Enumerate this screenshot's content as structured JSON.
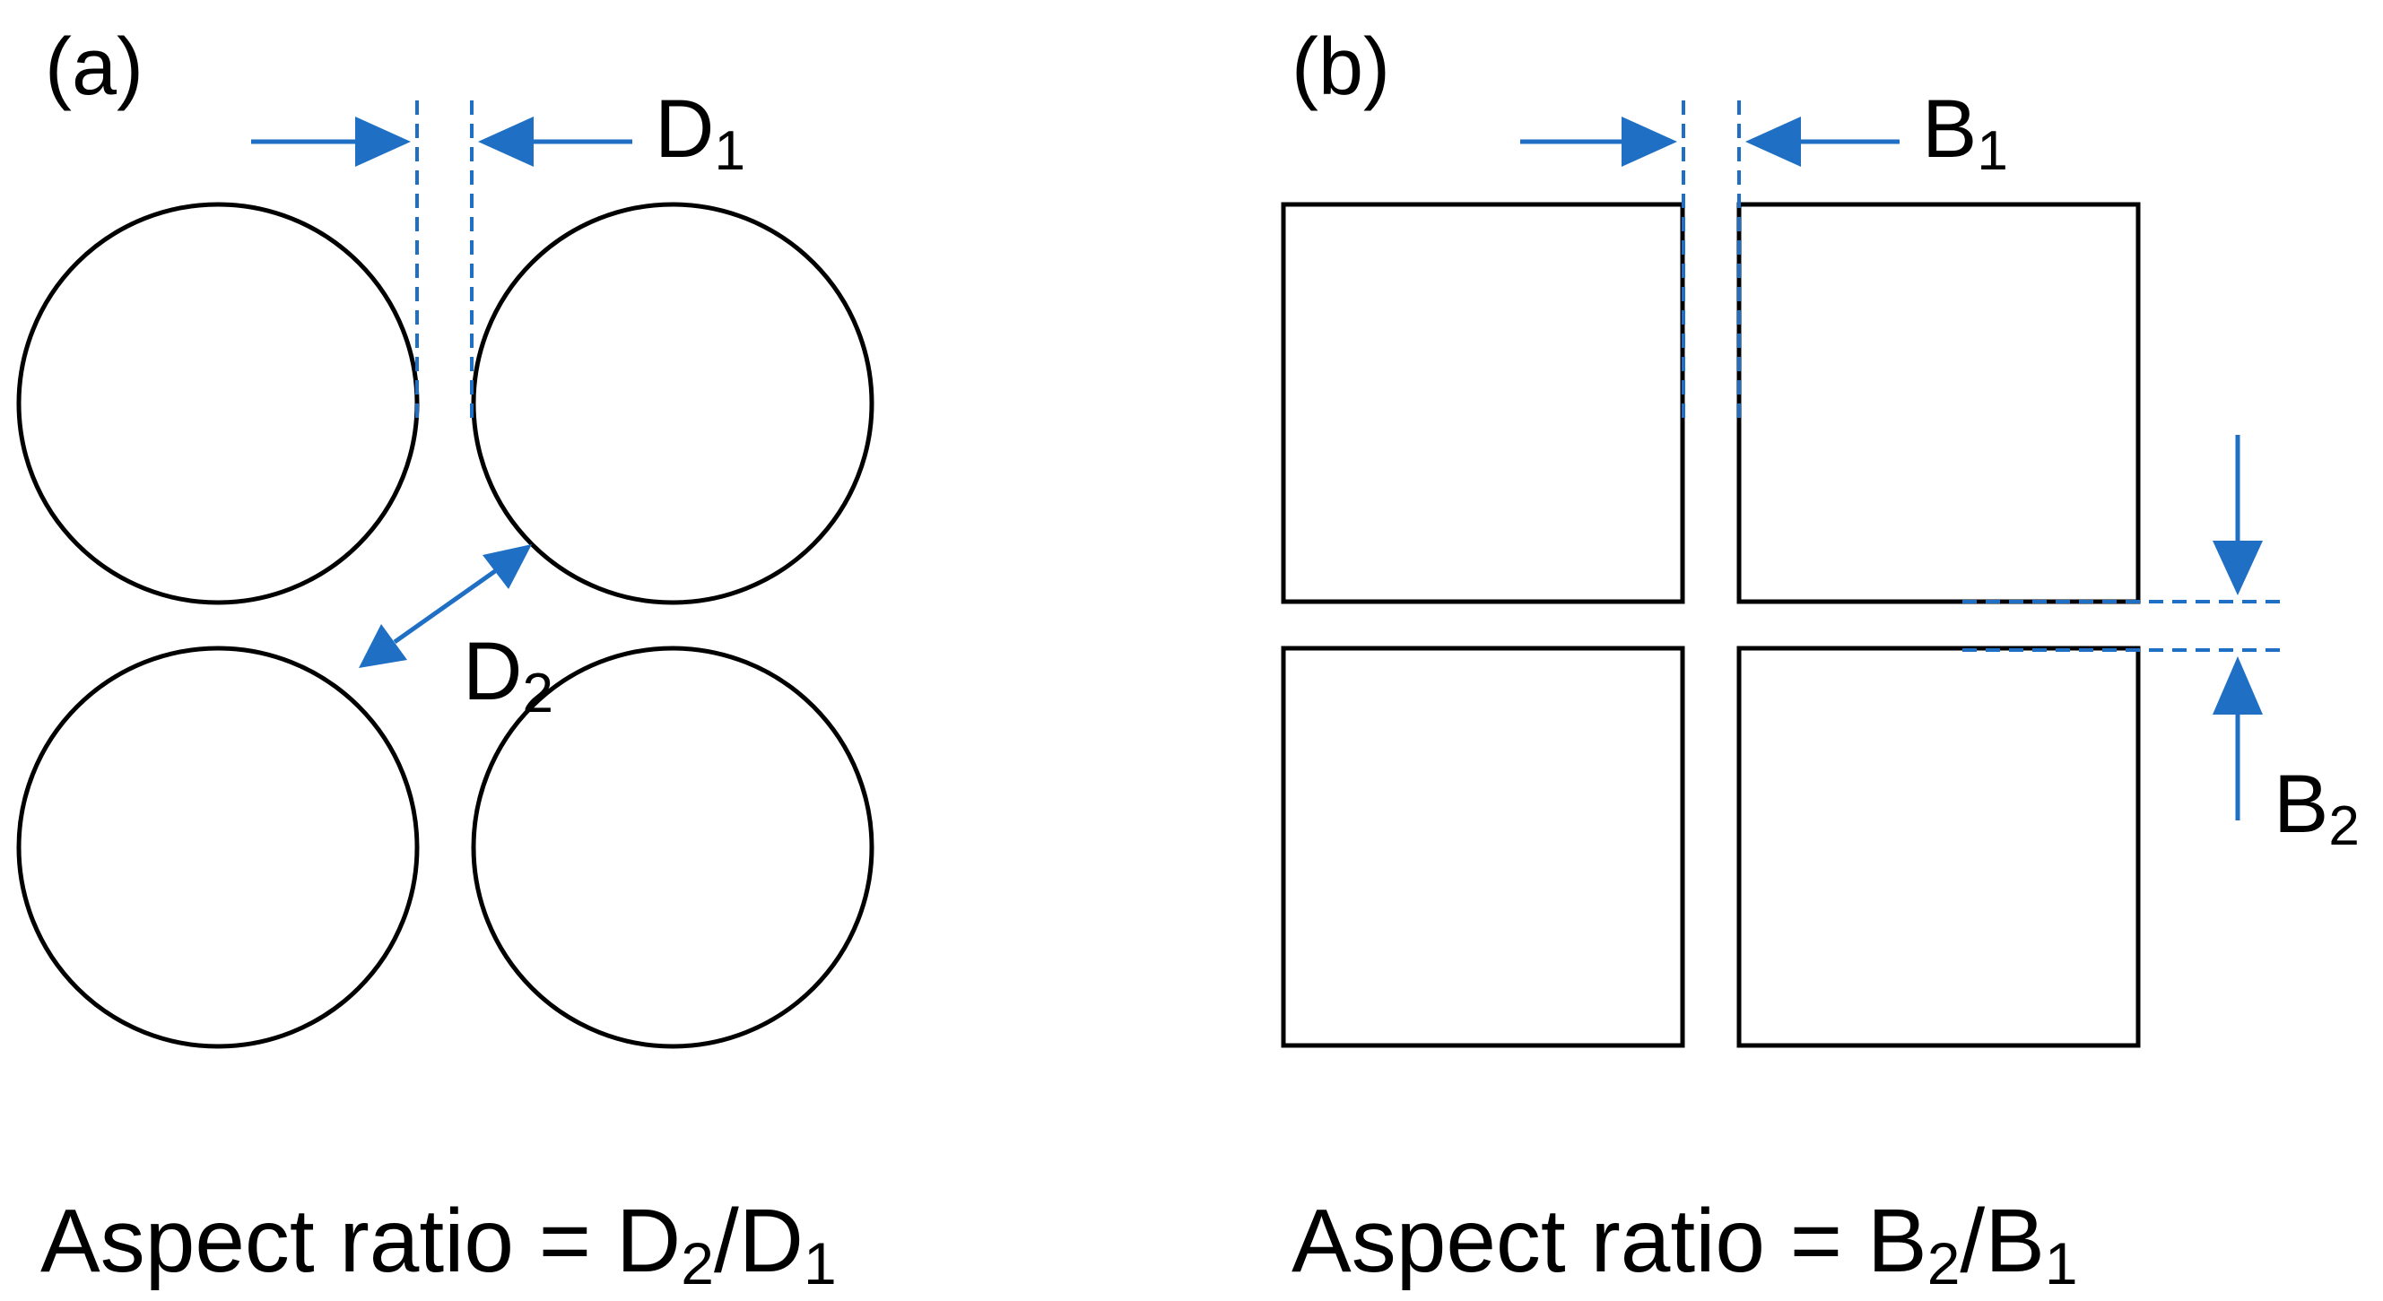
{
  "panel_a": {
    "label": "(a)",
    "gap_horizontal": {
      "symbol": "D",
      "subscript": "1"
    },
    "gap_diagonal": {
      "symbol": "D",
      "subscript": "2"
    },
    "caption": {
      "prefix": "Aspect ratio = ",
      "num_symbol": "D",
      "num_sub": "2",
      "slash": "/",
      "den_symbol": "D",
      "den_sub": "1"
    }
  },
  "panel_b": {
    "label": "(b)",
    "gap_horizontal": {
      "symbol": "B",
      "subscript": "1"
    },
    "gap_vertical": {
      "symbol": "B",
      "subscript": "2"
    },
    "caption": {
      "prefix": "Aspect ratio = ",
      "num_symbol": "B",
      "num_sub": "2",
      "slash": "/",
      "den_symbol": "B",
      "den_sub": "1"
    }
  },
  "colors": {
    "dimension": "#1f6fc4",
    "outline": "#000000"
  }
}
